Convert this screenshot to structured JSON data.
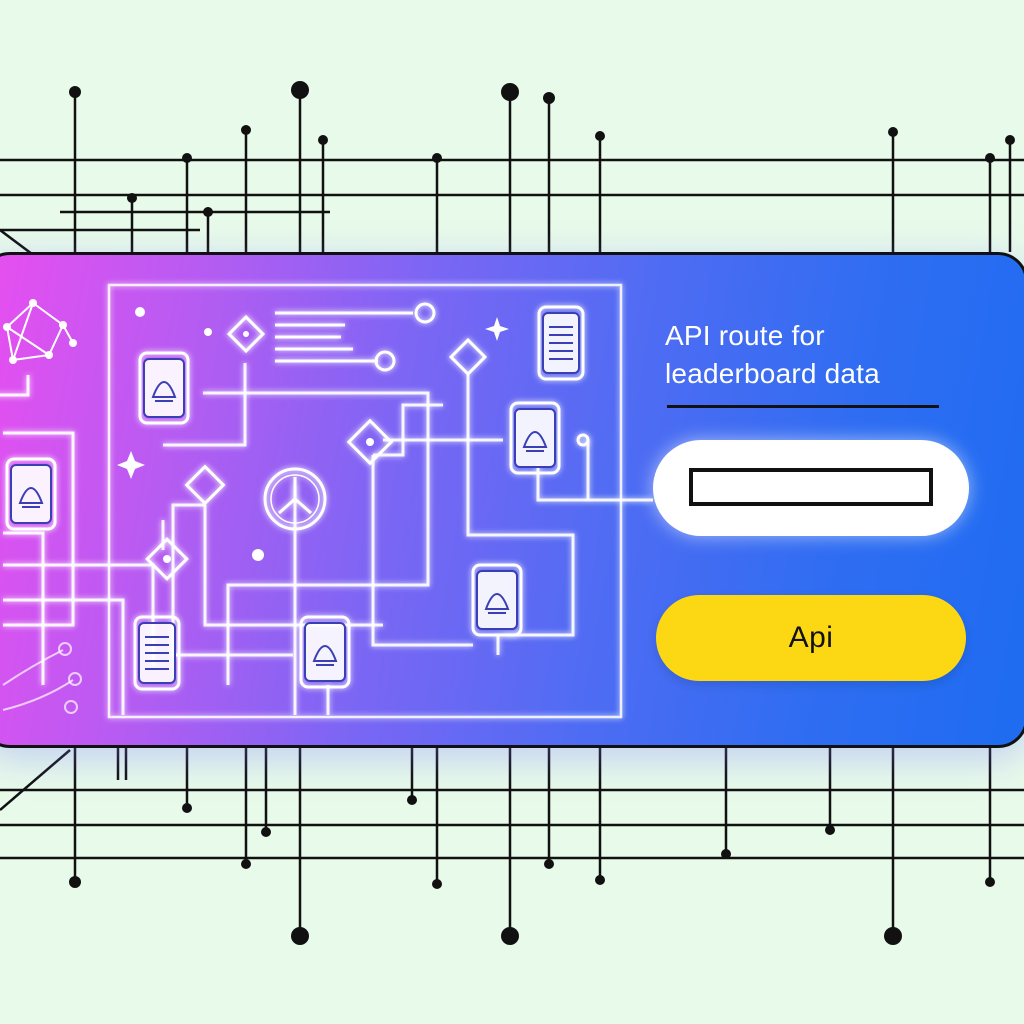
{
  "card": {
    "title_line1": "API route for",
    "title_line2": "leaderboard data",
    "input_value": "",
    "button_label": "Api"
  },
  "colors": {
    "background": "#e8fbea",
    "gradient_start": "#e94ef0",
    "gradient_end": "#1e6cf1",
    "button": "#fcd814",
    "outline": "#111111"
  },
  "icons": [
    "user-icon",
    "document-icon",
    "diamond-node-icon",
    "sparkle-icon",
    "globe-icon",
    "network-icon"
  ]
}
